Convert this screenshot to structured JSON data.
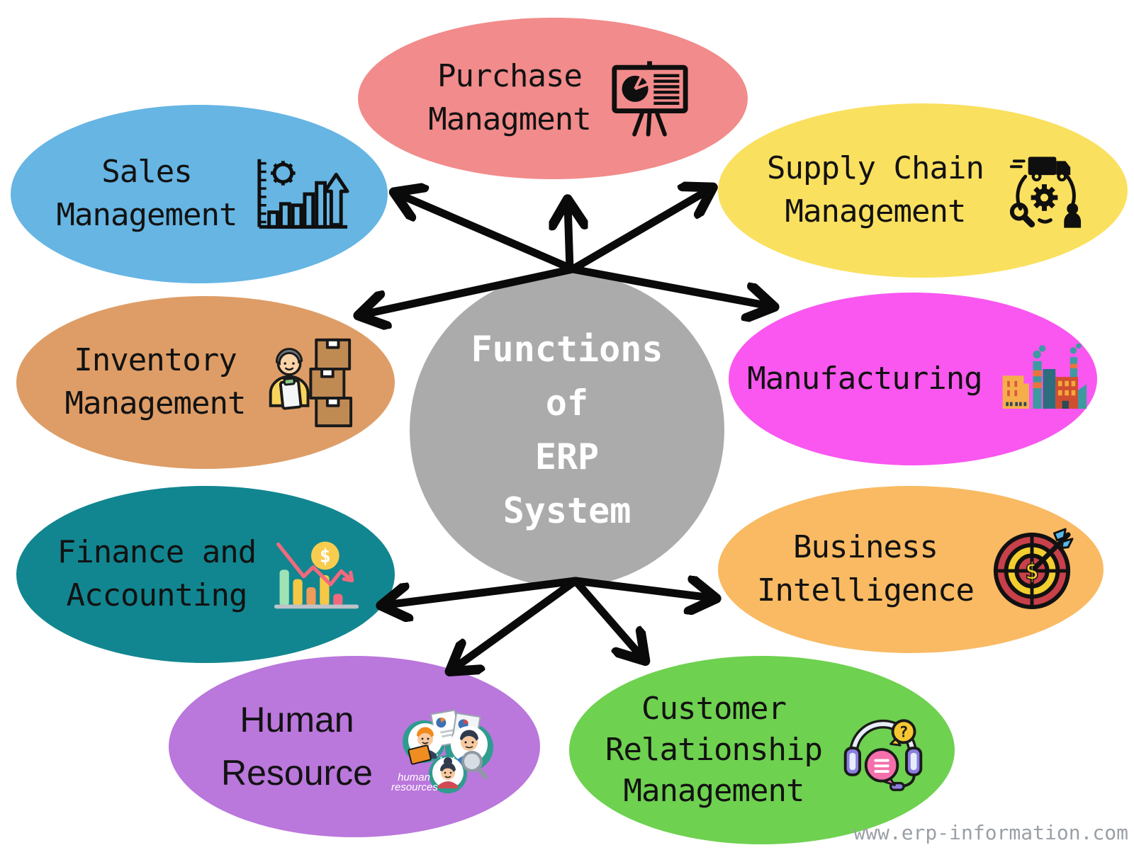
{
  "center": {
    "lines": [
      "Functions",
      "of",
      "ERP",
      "System"
    ],
    "color": "#ABABAB",
    "text_color": "#FFFFFF"
  },
  "nodes": [
    {
      "id": "purchase-management",
      "label": "Purchase Managment",
      "icon": "presentation-chart-icon",
      "color": "#F28B8B"
    },
    {
      "id": "sales-management",
      "label": "Sales Management",
      "icon": "sales-growth-chart-icon",
      "color": "#66B5E3"
    },
    {
      "id": "supply-chain-management",
      "label": "Supply Chain Management",
      "icon": "logistics-cycle-icon",
      "color": "#FAE05F"
    },
    {
      "id": "inventory-management",
      "label": "Inventory Management",
      "icon": "warehouse-worker-boxes-icon",
      "color": "#DE9D67"
    },
    {
      "id": "manufacturing",
      "label": "Manufacturing",
      "icon": "factory-icon",
      "color": "#F957F0"
    },
    {
      "id": "finance-and-accounting",
      "label": "Finance and Accounting",
      "icon": "finance-chart-coin-icon",
      "color": "#118690"
    },
    {
      "id": "business-intelligence",
      "label": "Business Intelligence",
      "icon": "target-dollar-icon",
      "color": "#F9BA63"
    },
    {
      "id": "human-resource",
      "label": "Human Resource",
      "icon": "hr-people-icon",
      "icon_caption": "human resources",
      "color": "#BA77DC"
    },
    {
      "id": "customer-relationship-management",
      "label": "Customer Relationship Management",
      "icon": "support-headset-icon",
      "color": "#6ED14F"
    }
  ],
  "connections": [
    {
      "from": "center",
      "to": "purchase-management"
    },
    {
      "from": "center",
      "to": "sales-management"
    },
    {
      "from": "center",
      "to": "supply-chain-management"
    },
    {
      "from": "center",
      "to": "inventory-management"
    },
    {
      "from": "center",
      "to": "manufacturing"
    },
    {
      "from": "center",
      "to": "finance-and-accounting"
    },
    {
      "from": "center",
      "to": "business-intelligence"
    },
    {
      "from": "center",
      "to": "human-resource"
    },
    {
      "from": "center",
      "to": "customer-relationship-management"
    }
  ],
  "watermark": "www.erp-information.com"
}
